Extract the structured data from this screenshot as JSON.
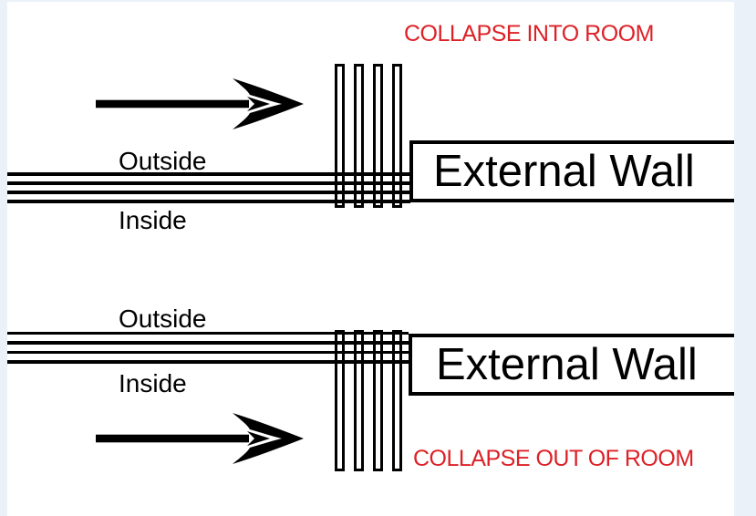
{
  "page": {
    "background_color": "#eaf1f8",
    "canvas_color": "#ffffff",
    "ink_color": "#000000",
    "warning_color": "#dc2127"
  },
  "top_diagram": {
    "warning_label": "COLLAPSE INTO ROOM",
    "outside_label": "Outside",
    "inside_label": "Inside",
    "wall_label": "External Wall"
  },
  "bottom_diagram": {
    "warning_label": "COLLAPSE OUT OF ROOM",
    "outside_label": "Outside",
    "inside_label": "Inside",
    "wall_label": "External Wall"
  }
}
